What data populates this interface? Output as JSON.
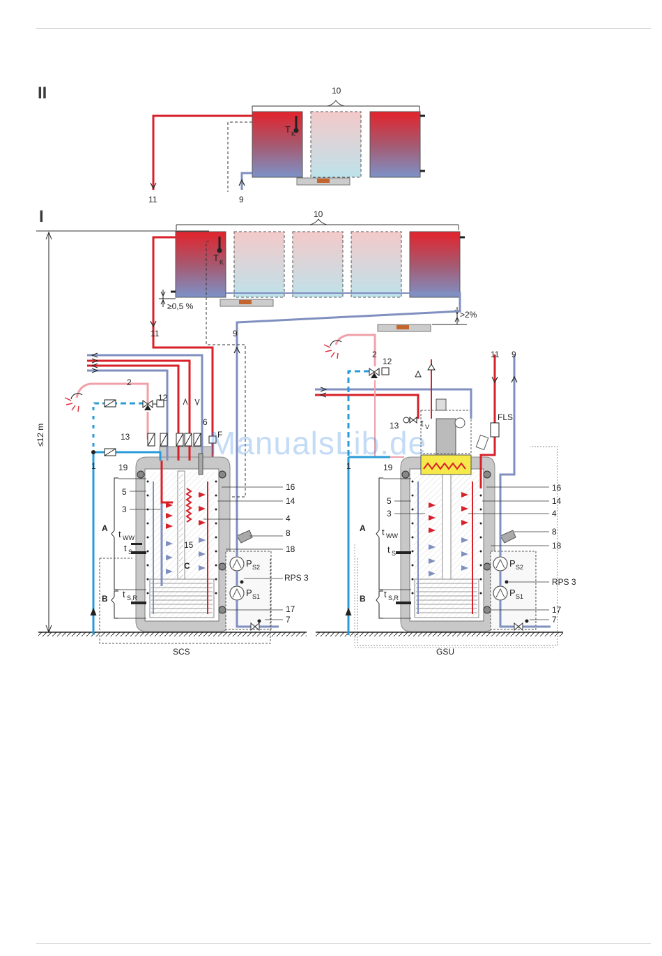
{
  "sections": {
    "top": "II",
    "bottom": "I"
  },
  "collector_label": "10",
  "labels": {
    "tk": "T",
    "tk_sub": "K",
    "tv": "t",
    "tv_sub": "V",
    "tww": "t",
    "tww_sub": "WW",
    "ts": "t",
    "ts_sub": "S",
    "tsr": "t",
    "tsr_sub": "S,R",
    "ps1": "P",
    "ps1_sub": "S1",
    "ps2": "P",
    "ps2_sub": "S2",
    "rps": "RPS 3",
    "fls": "FLS",
    "f": "F",
    "slope1": "≥0,5 %",
    "slope2": ">2%",
    "height": "≤12 m",
    "zone_a": "A",
    "zone_b": "B",
    "zone_c": "C",
    "scs": "SCS",
    "gsu": "GSU"
  },
  "numbers": {
    "n1": "1",
    "n2": "2",
    "n3": "3",
    "n4": "4",
    "n5": "5",
    "n6": "6",
    "n7": "7",
    "n8": "8",
    "n9": "9",
    "n11": "11",
    "n12": "12",
    "n13": "13",
    "n14": "14",
    "n15": "15",
    "n16": "16",
    "n17": "17",
    "n18": "18",
    "n19": "19"
  },
  "watermark": "ManualsLib.de",
  "colors": {
    "hot": "#d8202a",
    "cold": "#7f8fbf",
    "cold_water": "#2a9bd8",
    "warm": "#f0a0a8",
    "tank": "#c8c8c8"
  }
}
